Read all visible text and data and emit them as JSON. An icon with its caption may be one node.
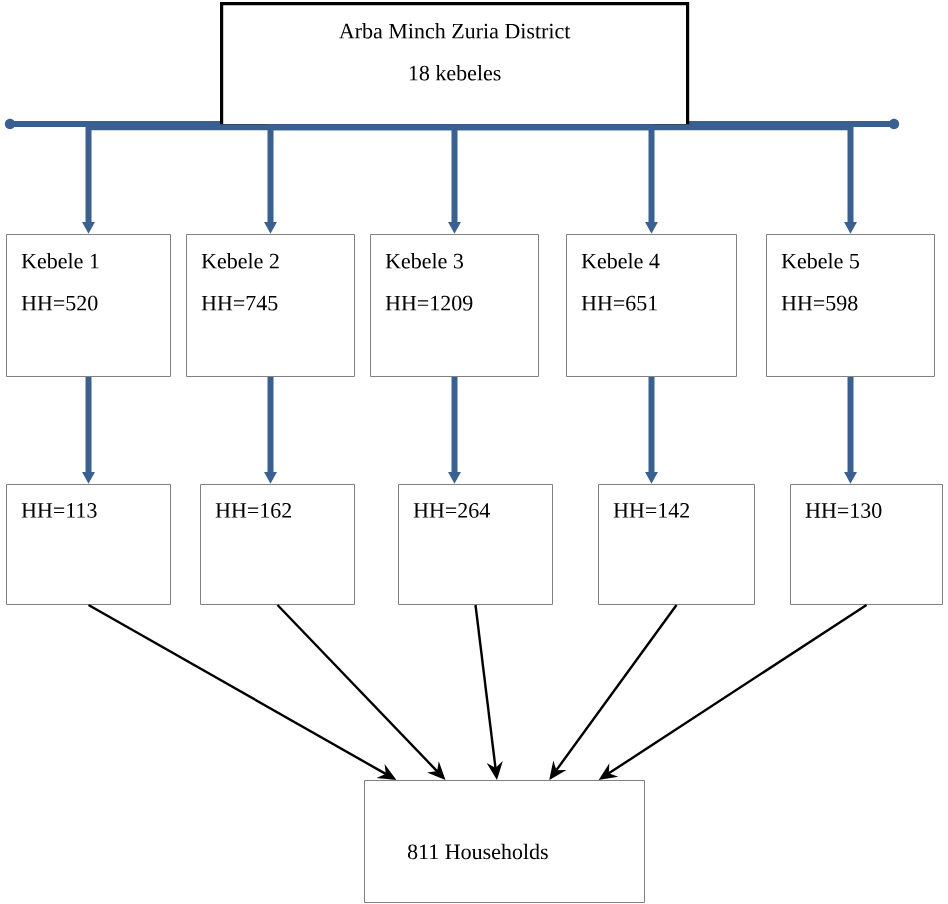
{
  "diagram": {
    "nodes": [
      {
        "text": [
          "Arba Minch Zuria District",
          "18 kebeles"
        ]
      },
      {
        "text": [
          "Kebele 1",
          "HH=520"
        ]
      },
      {
        "text": [
          "Kebele 2",
          "HH=745"
        ]
      },
      {
        "text": [
          "Kebele 3",
          "HH=1209"
        ]
      },
      {
        "text": [
          "Kebele 4",
          "HH=651"
        ]
      },
      {
        "text": [
          "Kebele 5",
          "HH=598"
        ]
      },
      {
        "text": [
          "HH=113"
        ]
      },
      {
        "text": [
          "HH=162"
        ]
      },
      {
        "text": [
          "HH=264"
        ]
      },
      {
        "text": [
          "HH=142"
        ]
      },
      {
        "text": [
          "HH=130"
        ]
      },
      {
        "text": [
          "811 Households"
        ]
      }
    ],
    "edges": [
      {
        "from": 0,
        "to": 1,
        "arrow": "to"
      },
      {
        "from": 0,
        "to": 2,
        "arrow": "to"
      },
      {
        "from": 0,
        "to": 3,
        "arrow": "to"
      },
      {
        "from": 0,
        "to": 4,
        "arrow": "to"
      },
      {
        "from": 0,
        "to": 5,
        "arrow": "to"
      },
      {
        "from": 1,
        "to": 6,
        "arrow": "to"
      },
      {
        "from": 2,
        "to": 7,
        "arrow": "to"
      },
      {
        "from": 3,
        "to": 8,
        "arrow": "to"
      },
      {
        "from": 4,
        "to": 9,
        "arrow": "to"
      },
      {
        "from": 5,
        "to": 10,
        "arrow": "to"
      },
      {
        "from": 6,
        "to": 11,
        "arrow": "to",
        "color": "#000000"
      },
      {
        "from": 7,
        "to": 11,
        "arrow": "to",
        "color": "#000000"
      },
      {
        "from": 8,
        "to": 11,
        "arrow": "to",
        "color": "#000000"
      },
      {
        "from": 9,
        "to": 11,
        "arrow": "to",
        "color": "#000000"
      },
      {
        "from": 10,
        "to": 11,
        "arrow": "to",
        "color": "#000000"
      }
    ]
  }
}
